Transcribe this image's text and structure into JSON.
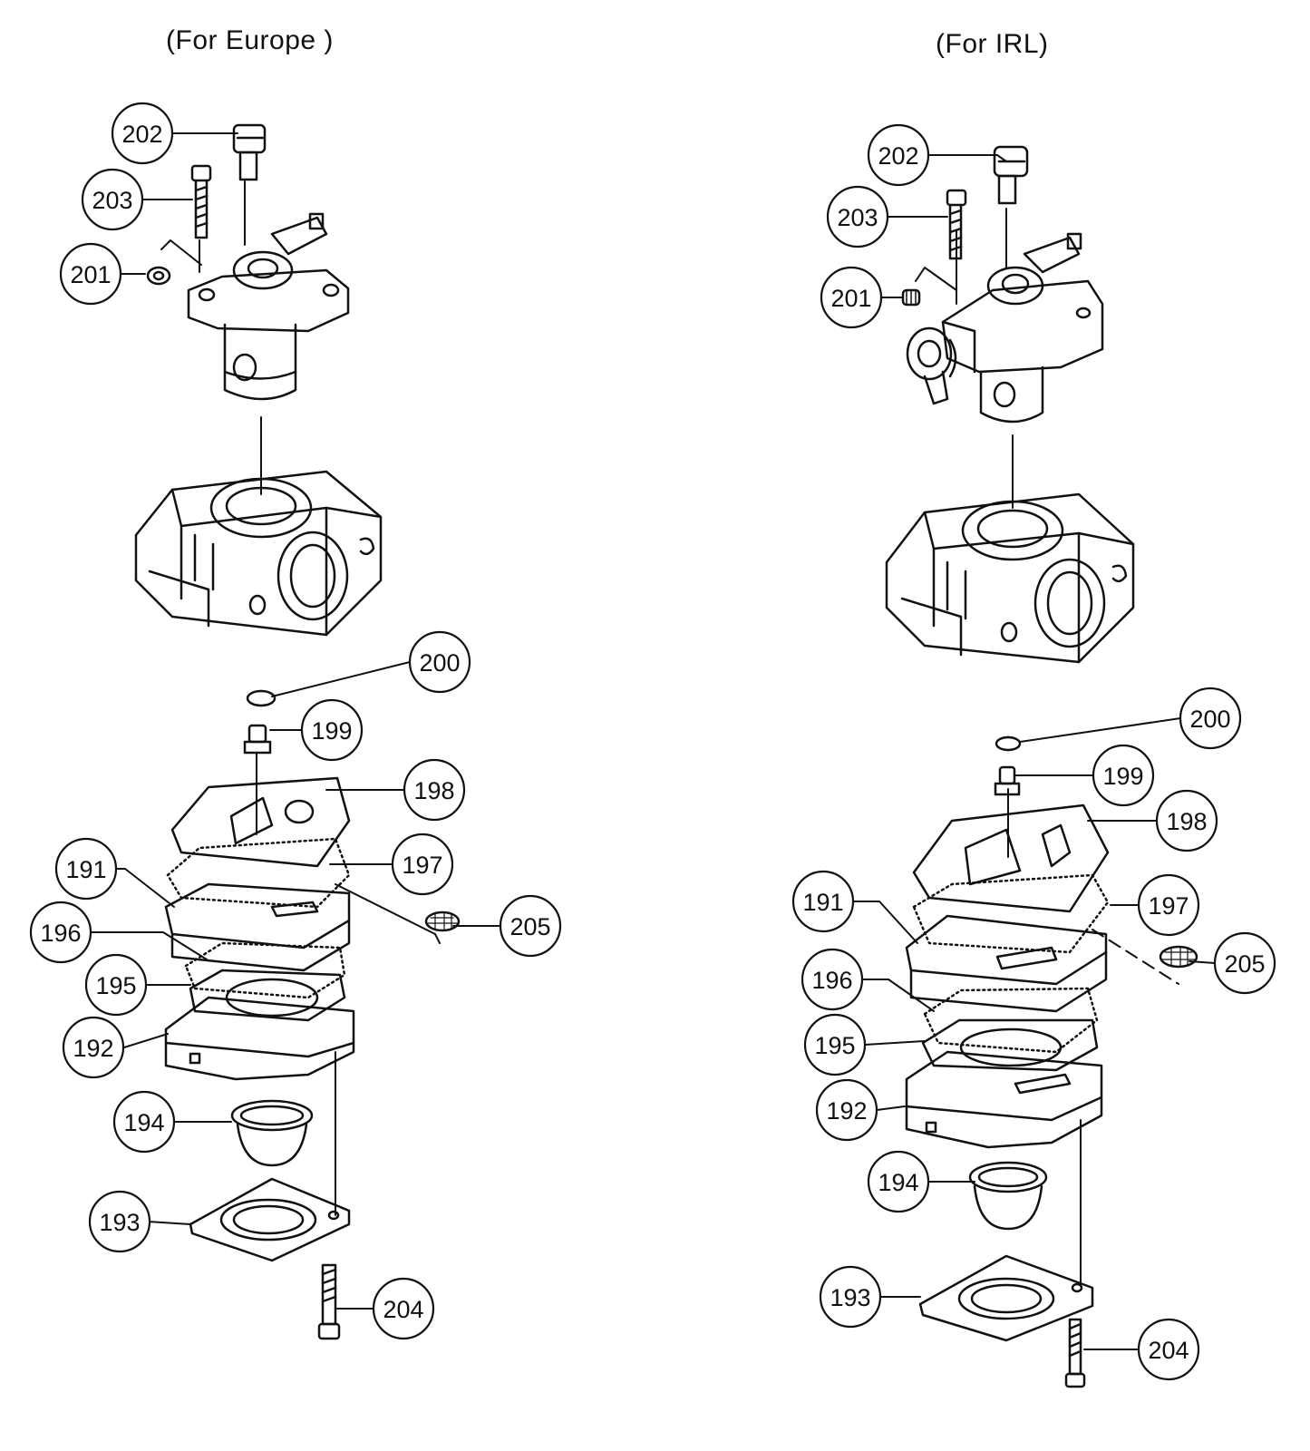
{
  "headings": {
    "europe": "(For Europe  )",
    "irl": "(For IRL)"
  },
  "europe_callouts": {
    "c202": "202",
    "c203": "203",
    "c201": "201",
    "c200": "200",
    "c199": "199",
    "c198": "198",
    "c197": "197",
    "c191": "191",
    "c205": "205",
    "c196": "196",
    "c195": "195",
    "c192": "192",
    "c194": "194",
    "c193": "193",
    "c204": "204"
  },
  "irl_callouts": {
    "c202": "202",
    "c203": "203",
    "c201": "201",
    "c200": "200",
    "c199": "199",
    "c198": "198",
    "c197": "197",
    "c191": "191",
    "c205": "205",
    "c196": "196",
    "c195": "195",
    "c192": "192",
    "c194": "194",
    "c193": "193",
    "c204": "204"
  },
  "colors": {
    "ink": "#111111",
    "paper": "#ffffff"
  }
}
